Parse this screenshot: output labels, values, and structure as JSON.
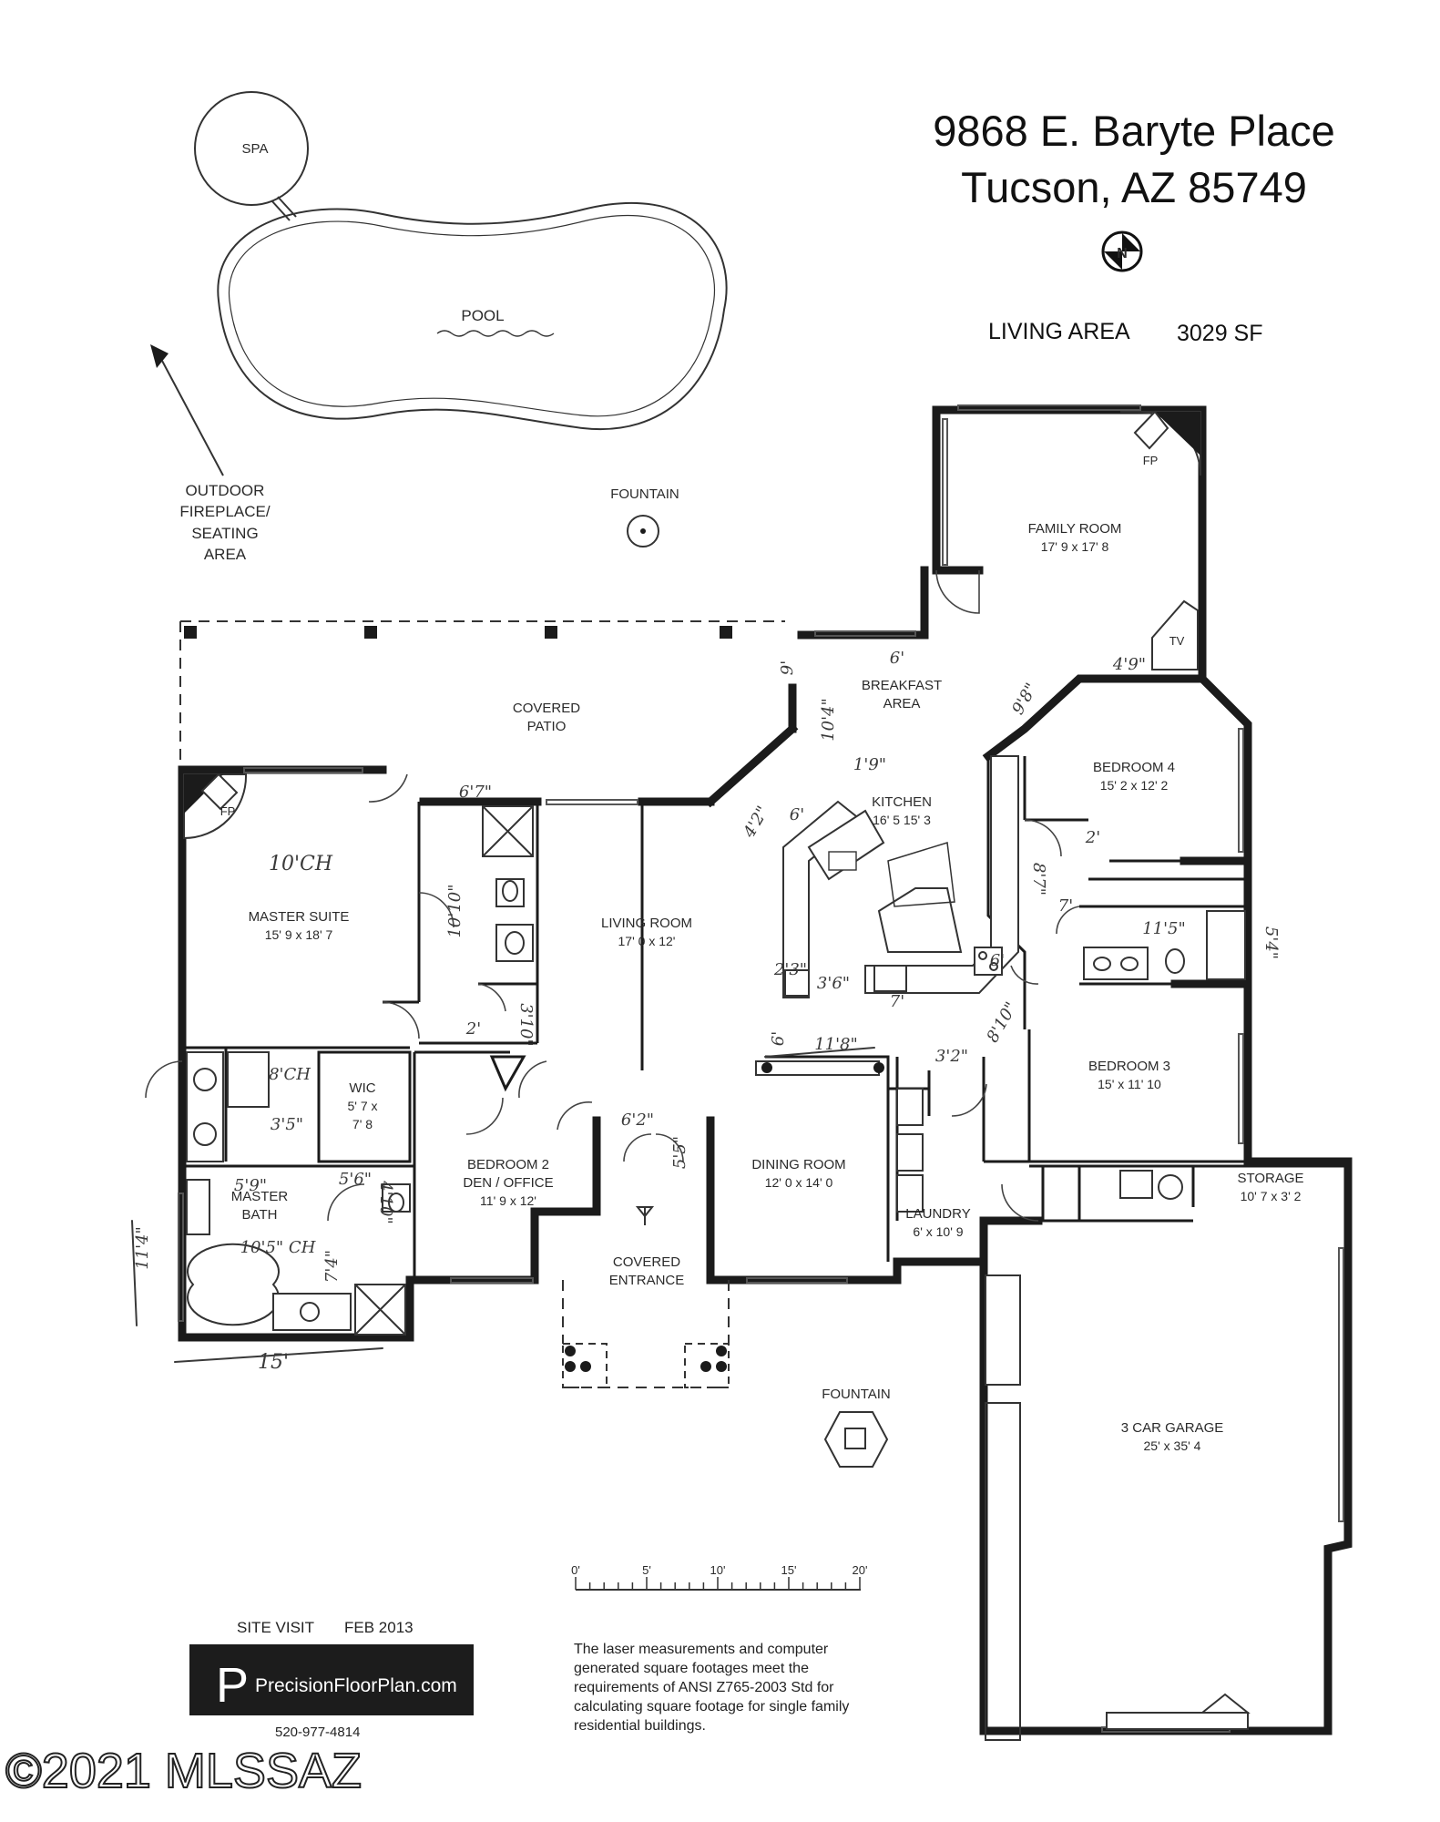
{
  "address": {
    "line1": "9868 E. Baryte Place",
    "line2": "Tucson, AZ  85749"
  },
  "compass": {
    "label": "N",
    "icon": "north-arrow-icon"
  },
  "living_area": {
    "label": "LIVING AREA",
    "value": "3029 SF"
  },
  "outdoor": {
    "spa": "SPA",
    "pool": "POOL",
    "fountain_back": "FOUNTAIN",
    "fountain_front": "FOUNTAIN",
    "fireplace_lines": [
      "OUTDOOR",
      "FIREPLACE/",
      "SEATING",
      "AREA"
    ],
    "covered_patio": [
      "COVERED",
      "PATIO"
    ],
    "covered_entrance": [
      "COVERED",
      "ENTRANCE"
    ]
  },
  "rooms": {
    "family_room": {
      "name": "FAMILY ROOM",
      "dim": "17' 9 x 17' 8"
    },
    "breakfast": {
      "name": [
        "BREAKFAST",
        "AREA"
      ]
    },
    "kitchen": {
      "name": "KITCHEN",
      "dim": "16' 5 15' 3"
    },
    "bedroom4": {
      "name": "BEDROOM 4",
      "dim": "15' 2 x 12' 2"
    },
    "master_suite": {
      "name": "MASTER SUITE",
      "dim": "15' 9 x 18' 7"
    },
    "living_room": {
      "name": "LIVING ROOM",
      "dim": "17' 0 x 12'"
    },
    "bedroom3": {
      "name": "BEDROOM 3",
      "dim": "15' x 11' 10"
    },
    "wic": {
      "name": "WIC",
      "dim": [
        "5' 7 x",
        "7' 8"
      ]
    },
    "bedroom2": {
      "name": [
        "BEDROOM 2",
        "DEN / OFFICE"
      ],
      "dim": "11' 9 x 12'"
    },
    "dining_room": {
      "name": "DINING ROOM",
      "dim": "12' 0 x 14' 0"
    },
    "master_bath": {
      "name": [
        "MASTER",
        "BATH"
      ]
    },
    "storage": {
      "name": "STORAGE",
      "dim": "10' 7 x 3' 2"
    },
    "laundry": {
      "name": "LAUNDRY",
      "dim": "6' x 10' 9"
    },
    "garage": {
      "name": "3 CAR GARAGE",
      "dim": "25' x 35' 4"
    }
  },
  "fixtures": {
    "fireplace_label": "FP",
    "tv_label": "TV"
  },
  "handwritten": {
    "ceiling_master": "10'CH",
    "ceiling_wic": "8'CH",
    "ceiling_bath": "10'5\" CH",
    "patio_door": "6'7\"",
    "family_tv": "4'9\"",
    "breakfast_a": "9'",
    "breakfast_b": "6'",
    "breakfast_c": "10'4\"",
    "kitchen_a": "1'9\"",
    "kitchen_b": "4'2\"",
    "kitchen_c": "6'",
    "kitchen_d": "2'3\"",
    "kitchen_e": "3'6\"",
    "kitchen_f": "7'",
    "kitchen_g": "6'",
    "bed4_a": "9'8\"",
    "bed4_b": "2'",
    "hall_a": "8'7\"",
    "hall_b": "7'",
    "bath_a": "11'5\"",
    "bath_b": "5'4\"",
    "bed3_a": "8'10\"",
    "bed3_b": "3'2\"",
    "living_a": "3'10\"",
    "living_b": "11'8\"",
    "living_c": "6'",
    "dining_a": "6'2\"",
    "dining_b": "5'5\"",
    "bed2_a": "2'",
    "bath_dim_a": "10'10\"",
    "wic_a": "3'5\"",
    "mbath_a": "5'9\"",
    "mbath_b": "5'6\"",
    "mbath_c": "4'10\"",
    "mbath_d": "7'4\"",
    "mbath_e": "11'4\"",
    "master_width": "15'"
  },
  "scale": {
    "ticks": [
      "0'",
      "5'",
      "10'",
      "15'",
      "20'"
    ]
  },
  "site_visit": {
    "label": "SITE VISIT",
    "date": "FEB 2013"
  },
  "logo": {
    "letter": "P",
    "name": "PrecisionFloorPlan.com",
    "phone": "520-977-4814"
  },
  "disclaimer": [
    "The laser measurements and computer",
    "generated square footages meet the",
    "requirements of ANSI Z765-2003 Std for",
    "calculating square footage for single family",
    "residential buildings."
  ],
  "watermark": "©2021 MLSSAZ",
  "colors": {
    "ink": "#1b1b1b",
    "paper": "#ffffff",
    "logo_bg": "#1c1c1c"
  }
}
